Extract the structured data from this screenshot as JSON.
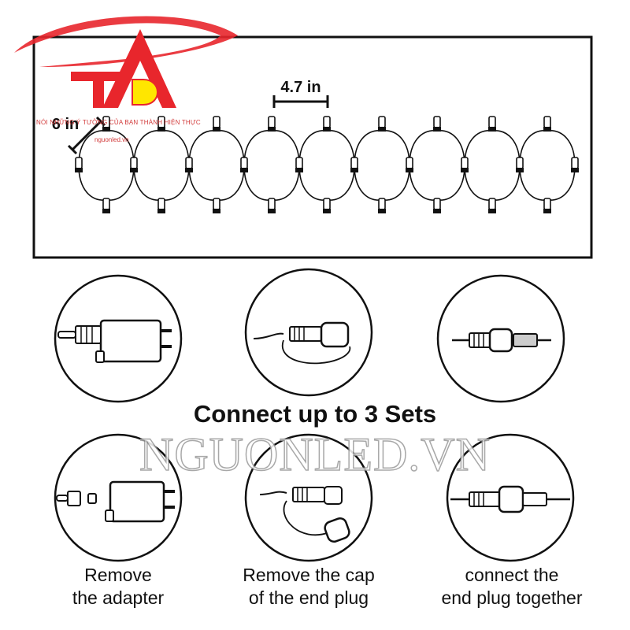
{
  "colors": {
    "line": "#111111",
    "logo_red": "#e8262c",
    "logo_yellow": "#ffe600",
    "watermark_stroke": "#9a9a9a"
  },
  "logo": {
    "tagline": "NÓI NHỮNG Ý TƯỞNG CỦA BẠN THÀNH HIỆN THỰC",
    "url": "nguonled.vn"
  },
  "dimensions": {
    "vertical": "6 in",
    "horizontal": "4.7 in"
  },
  "title": "Connect up to 3 Sets",
  "watermark": "NGUONLED.VN",
  "steps": [
    {
      "caption_line1": "Remove",
      "caption_line2": "the adapter",
      "icon": "power-adapter-icon"
    },
    {
      "caption_line1": "Remove the cap",
      "caption_line2": "of the end plug",
      "icon": "end-plug-cap-icon"
    },
    {
      "caption_line1": "connect the",
      "caption_line2": "end plug together",
      "icon": "plug-connection-icon"
    }
  ]
}
